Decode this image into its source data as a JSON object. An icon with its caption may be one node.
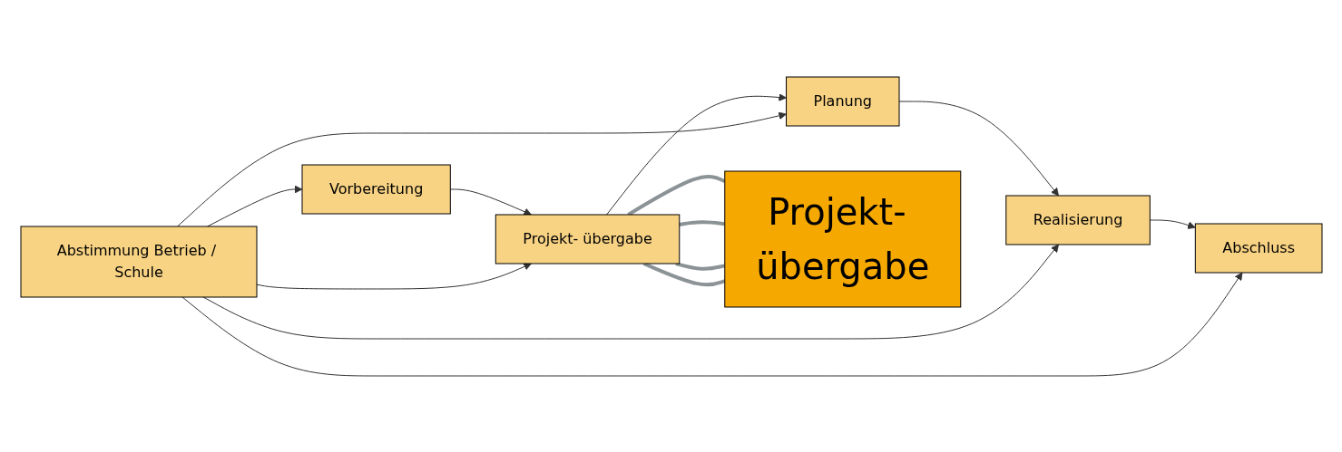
{
  "diagram": {
    "nodes": [
      {
        "text": [
          "Vorbereitung"
        ]
      },
      {
        "text": [
          "Projekt- übergabe"
        ]
      },
      {
        "text": [
          "Planung"
        ]
      },
      {
        "text": [
          "Realisierung"
        ]
      },
      {
        "text": [
          "Abschluss"
        ]
      },
      {
        "text": [
          "Abstimmung Betrieb / Schule"
        ]
      },
      {
        "text": [
          "Projekt- übergabe"
        ]
      }
    ],
    "edges": [
      {
        "from": 0,
        "to": 1,
        "arrow": "to"
      },
      {
        "from": 1,
        "to": 2,
        "arrow": "to"
      },
      {
        "from": 2,
        "to": 3,
        "arrow": "to"
      },
      {
        "from": 3,
        "to": 4,
        "arrow": "to"
      },
      {
        "from": 5,
        "to": 0,
        "arrow": "to"
      },
      {
        "from": 5,
        "to": 1,
        "arrow": "to"
      },
      {
        "from": 5,
        "to": 2,
        "arrow": "to"
      },
      {
        "from": 5,
        "to": 3,
        "arrow": "to"
      },
      {
        "from": 5,
        "to": 4,
        "arrow": "to"
      },
      {
        "from": 1,
        "to": 6,
        "arrow": "none",
        "style": "thick",
        "color": "#8c9396"
      },
      {
        "from": 1,
        "to": 6,
        "arrow": "none",
        "style": "thick",
        "color": "#8c9396"
      },
      {
        "from": 1,
        "to": 6,
        "arrow": "none",
        "style": "thick",
        "color": "#8c9396"
      },
      {
        "from": 1,
        "to": 6,
        "arrow": "none",
        "style": "thick",
        "color": "#8c9396"
      }
    ]
  }
}
